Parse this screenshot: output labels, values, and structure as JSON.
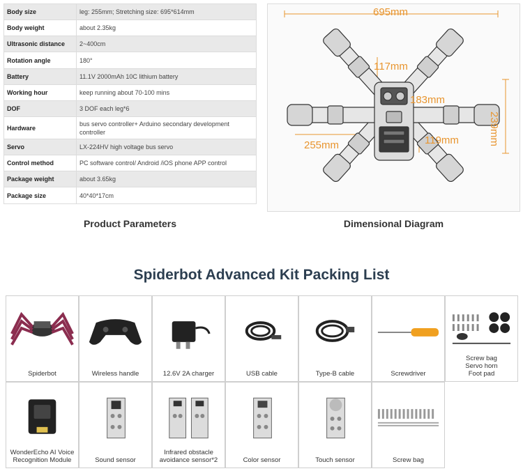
{
  "params": {
    "rows": [
      {
        "key": "Body size",
        "value": "leg: 255mm; Stretching size: 695*614mm"
      },
      {
        "key": "Body weight",
        "value": "about 2.35kg"
      },
      {
        "key": "Ultrasonic distance",
        "value": "2~400cm"
      },
      {
        "key": "Rotation angle",
        "value": "180°"
      },
      {
        "key": "Battery",
        "value": "11.1V 2000mAh 10C lithium battery"
      },
      {
        "key": "Working hour",
        "value": "keep running about 70-100 mins"
      },
      {
        "key": "DOF",
        "value": "3 DOF each leg*6"
      },
      {
        "key": "Hardware",
        "value": "bus servo controller+ Arduino secondary development controller"
      },
      {
        "key": "Servo",
        "value": "LX-224HV high voltage bus servo"
      },
      {
        "key": "Control method",
        "value": "PC software control/ Android /iOS phone APP control"
      },
      {
        "key": "Package weight",
        "value": "about 3.65kg"
      },
      {
        "key": "Package size",
        "value": "40*40*17cm"
      }
    ],
    "caption": "Product Parameters"
  },
  "diagram": {
    "caption": "Dimensional Diagram",
    "dims": {
      "width": "695mm",
      "height": "239mm",
      "body_top": "117mm",
      "body_width": "183mm",
      "leg": "255mm",
      "body_bottom": "119mm"
    },
    "accent": "#e8952f"
  },
  "packing": {
    "title": "Spiderbot Advanced Kit Packing List",
    "items": [
      {
        "label": "Spiderbot",
        "icon": "spider-robot-icon"
      },
      {
        "label": "Wireless handle",
        "icon": "gamepad-icon"
      },
      {
        "label": "12.6V 2A charger",
        "icon": "charger-icon"
      },
      {
        "label": "USB cable",
        "icon": "usb-cable-icon"
      },
      {
        "label": "Type-B cable",
        "icon": "typeb-cable-icon"
      },
      {
        "label": "Screwdriver",
        "icon": "screwdriver-icon"
      },
      {
        "label": "Screw bag\nServo horn\nFoot pad",
        "icon": "screw-kit-icon"
      },
      {
        "label": "WonderEcho AI Voice Recognition Module",
        "icon": "voice-module-icon"
      },
      {
        "label": "Sound sensor",
        "icon": "sound-sensor-icon"
      },
      {
        "label": "Infrared obstacle avoidance sensor*2",
        "icon": "ir-sensor-icon"
      },
      {
        "label": "Color sensor",
        "icon": "color-sensor-icon"
      },
      {
        "label": "Touch sensor",
        "icon": "touch-sensor-icon"
      },
      {
        "label": "Screw bag",
        "icon": "screw-bag-icon"
      }
    ]
  }
}
